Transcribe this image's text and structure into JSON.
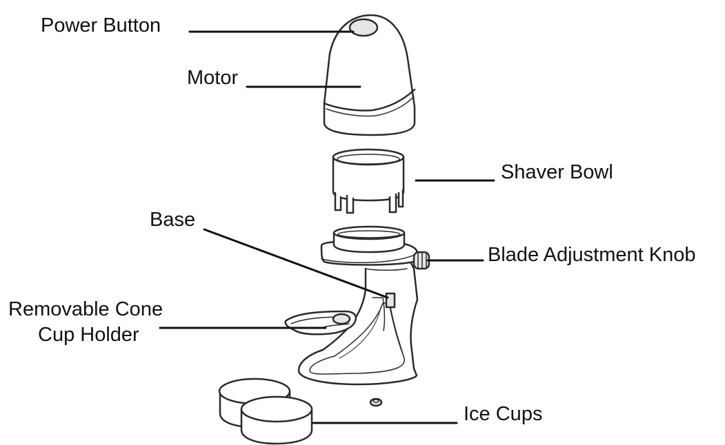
{
  "colors": {
    "ink": "#111111",
    "outline": "#2a2a2a",
    "fill": "#ffffff",
    "shade": "#e6e6e6"
  },
  "labels": {
    "power_button": "Power Button",
    "motor": "Motor",
    "shaver_bowl": "Shaver Bowl",
    "base": "Base",
    "blade_adjustment_knob": "Blade Adjustment Knob",
    "cone_cup_holder_line1": "Removable Cone",
    "cone_cup_holder_line2": "Cup Holder",
    "ice_cups": "Ice Cups"
  }
}
